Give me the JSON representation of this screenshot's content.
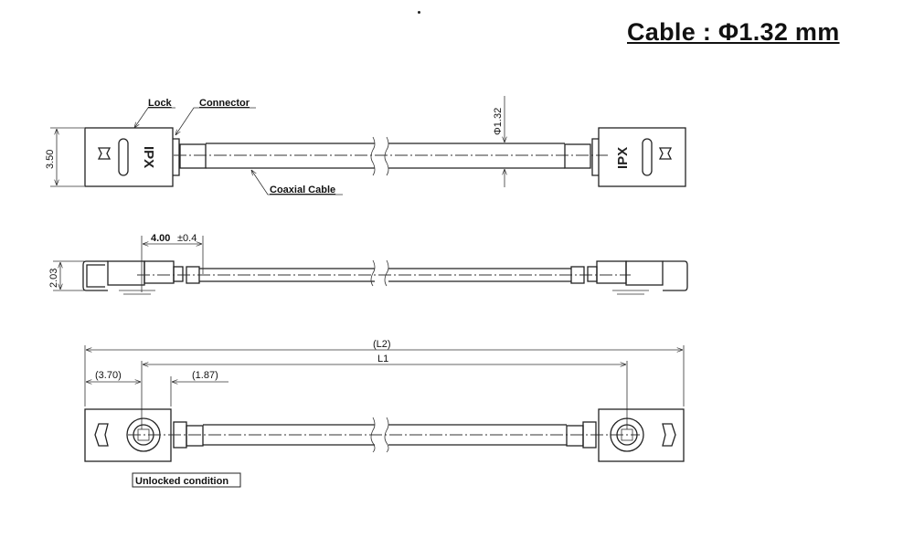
{
  "title": "Cable : Φ1.32 mm",
  "top_view": {
    "lock_label": "Lock",
    "connector_label": "Connector",
    "coaxial_label": "Coaxial Cable",
    "height_dim": "3.50",
    "diameter_dim": "Φ1.32",
    "brand_left": "IPX",
    "brand_right": "IPX"
  },
  "side_view": {
    "length_dim": "4.00",
    "tolerance": "±0.4",
    "height_dim": "2.03"
  },
  "bottom_view": {
    "l2_dim": "(L2)",
    "l1_dim": "L1",
    "left_offset_dim": "(3.70)",
    "center_offset_dim": "(1.87)",
    "condition_label": "Unlocked condition"
  }
}
